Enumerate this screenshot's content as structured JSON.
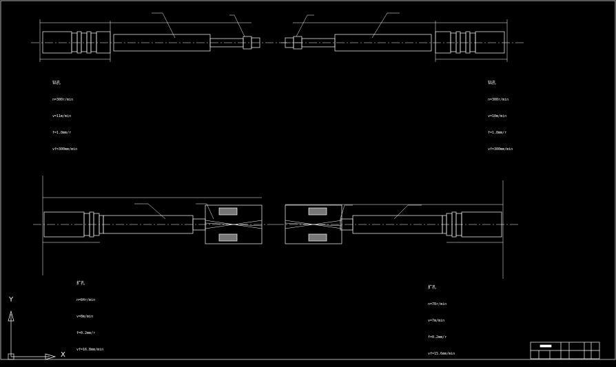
{
  "notes": {
    "top_left": {
      "title": "钻孔",
      "lines": [
        "n=300r/min",
        "v=11m/min",
        "f=1.0mm/r",
        "vf=300mm/min"
      ]
    },
    "top_right": {
      "title": "钻孔",
      "lines": [
        "n=300r/min",
        "v=10m/min",
        "f=1.0mm/r",
        "vf=300mm/min"
      ]
    },
    "bottom_left": {
      "title": "扩孔",
      "lines": [
        "n=84r/min",
        "v=8m/min",
        "f=0.2mm/r",
        "vf=16.8mm/min"
      ]
    },
    "bottom_right": {
      "title": "扩孔",
      "lines": [
        "n=78r/min",
        "v=7m/min",
        "f=0.2mm/r",
        "vf=15.6mm/min"
      ]
    }
  },
  "ucs": {
    "x_label": "X",
    "y_label": "Y"
  },
  "colors": {
    "background": "#000000",
    "line": "#ffffff"
  }
}
